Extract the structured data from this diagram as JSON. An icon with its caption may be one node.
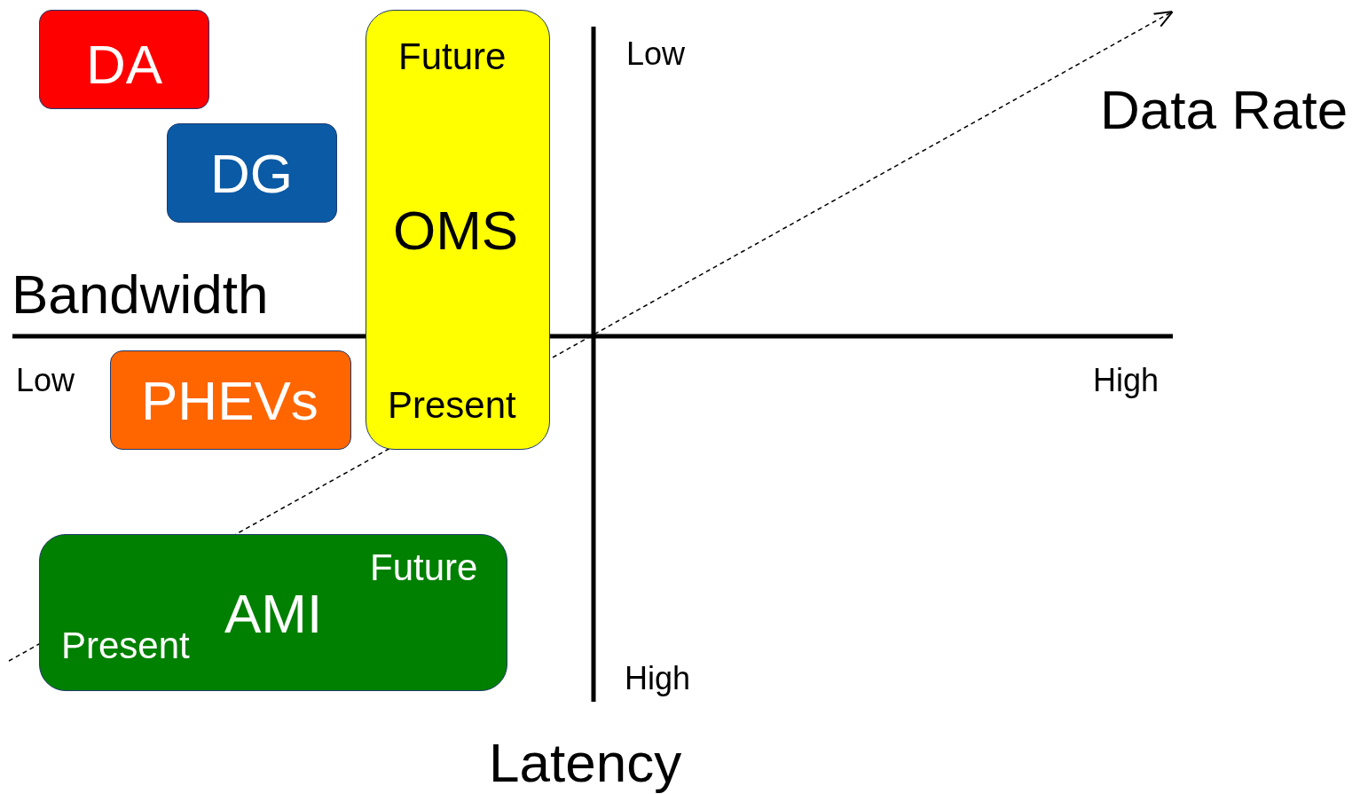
{
  "diagram": {
    "nodes": [
      {
        "text": [
          "DA"
        ]
      },
      {
        "text": [
          "DG"
        ]
      },
      {
        "text": [
          "Future",
          "OMS",
          "Present"
        ]
      },
      {
        "text": [
          "PHEVs"
        ]
      },
      {
        "text": [
          "Future",
          "AMI",
          "Present"
        ]
      }
    ],
    "labels": [
      "Data Rate",
      "Low",
      "Bandwidth",
      "Low",
      "High",
      "High",
      "Latency"
    ]
  }
}
